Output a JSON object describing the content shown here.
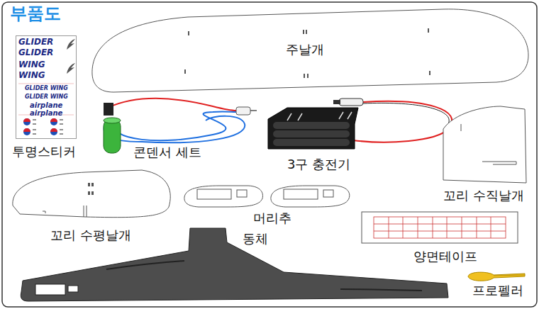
{
  "diagram": {
    "title": "부품도",
    "nodes": [
      {
        "text": [
          "주날개"
        ]
      },
      {
        "text": [
          "GLIDER",
          "GLIDER",
          "WING",
          "WING",
          "GLIDER WING",
          "GLIDER WING",
          "airplane",
          "airplane"
        ]
      }
    ],
    "labels": [
      "투명스티커",
      "콘덴서 세트",
      "3구 충전기",
      "꼬리 수직날개",
      "꼬리 수평날개",
      "머리추",
      "동체",
      "양면테이프",
      "프로펠러"
    ]
  }
}
